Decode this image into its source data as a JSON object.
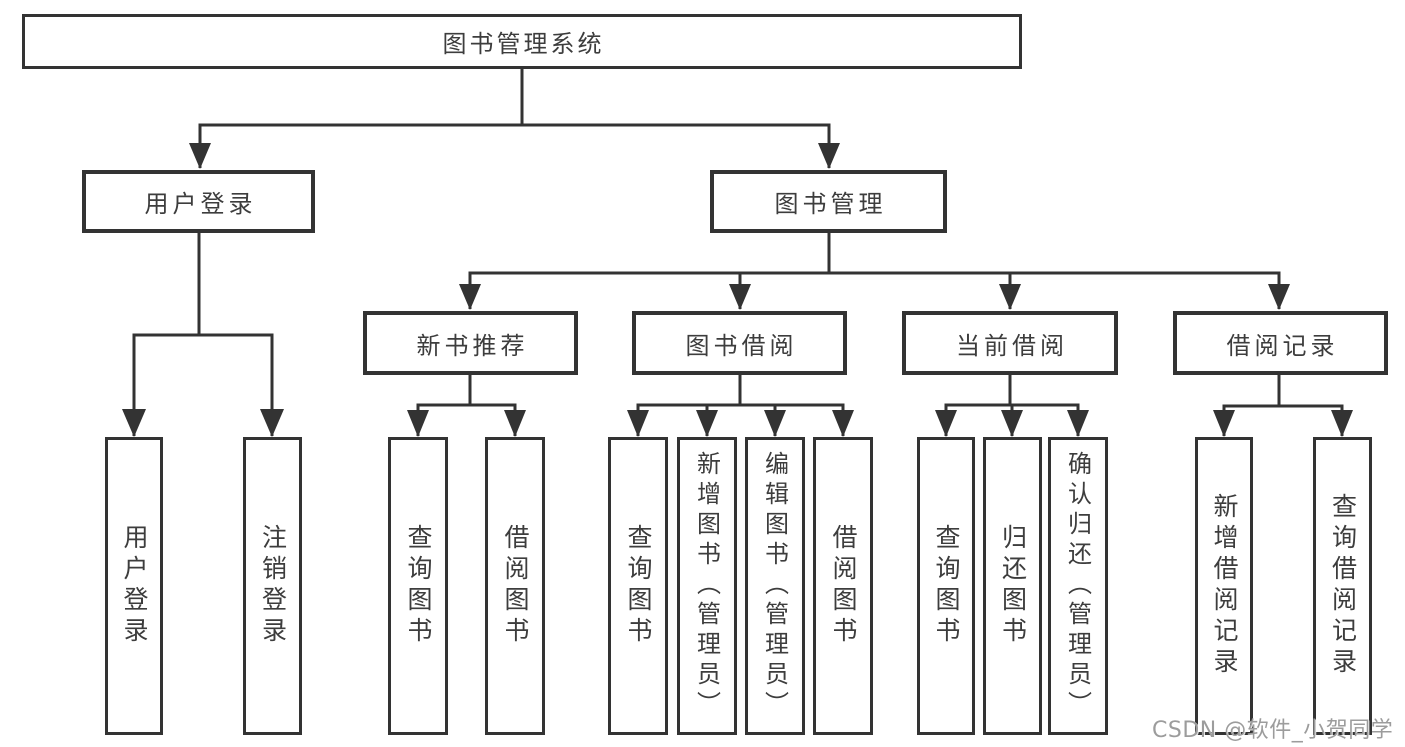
{
  "tree": {
    "root": "图书管理系统",
    "children": [
      {
        "label": "用户登录",
        "children": [
          {
            "label": "用户登录"
          },
          {
            "label": "注销登录"
          }
        ]
      },
      {
        "label": "图书管理",
        "children": [
          {
            "label": "新书推荐",
            "children": [
              {
                "label": "查询图书"
              },
              {
                "label": "借阅图书"
              }
            ]
          },
          {
            "label": "图书借阅",
            "children": [
              {
                "label": "查询图书"
              },
              {
                "label": "新增图书（管理员）"
              },
              {
                "label": "编辑图书（管理员）"
              },
              {
                "label": "借阅图书"
              }
            ]
          },
          {
            "label": "当前借阅",
            "children": [
              {
                "label": "查询图书"
              },
              {
                "label": "归还图书"
              },
              {
                "label": "确认归还（管理员）"
              }
            ]
          },
          {
            "label": "借阅记录",
            "children": [
              {
                "label": "新增借阅记录"
              },
              {
                "label": "查询借阅记录"
              }
            ]
          }
        ]
      }
    ]
  },
  "watermark": {
    "text": "CSDN @软件_小贺同学"
  },
  "colors": {
    "line": "#333333",
    "box_border": "#333333",
    "text": "#3d3d3d",
    "watermark": "#9c9c9c",
    "background": "#ffffff"
  }
}
